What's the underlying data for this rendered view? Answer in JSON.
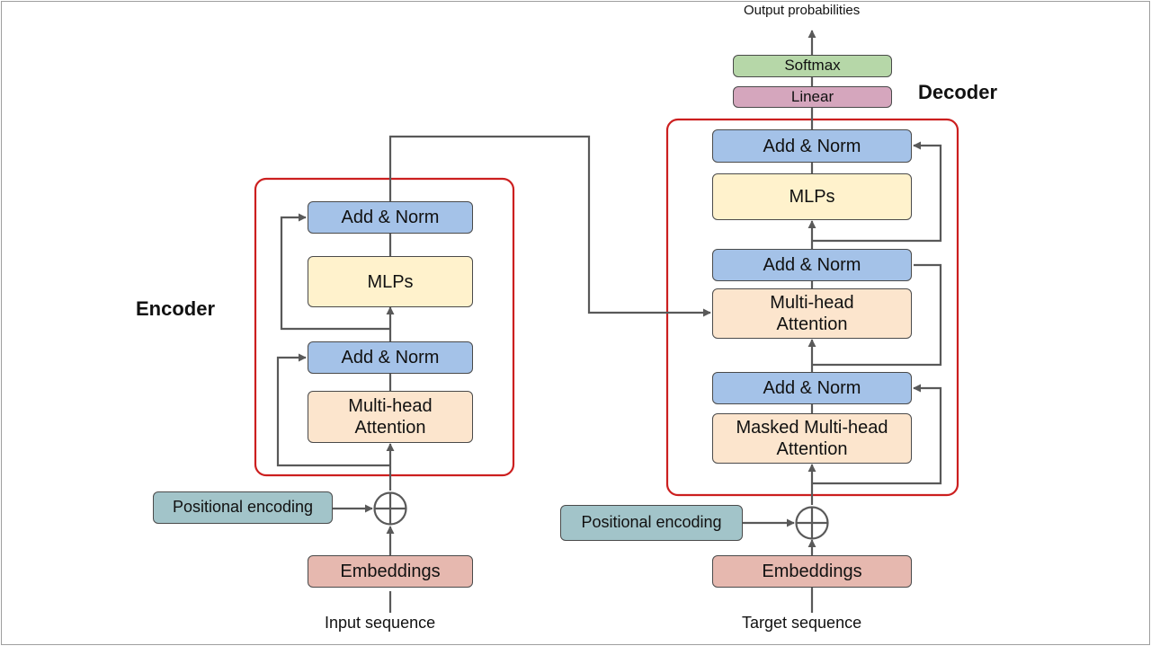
{
  "colors": {
    "add_norm": "#a4c2e8",
    "mlp": "#fff2cc",
    "attention": "#fce5cd",
    "embeddings": "#e6b8af",
    "positional": "#a2c4c9",
    "softmax": "#b6d7a8",
    "linear": "#d5a6bd",
    "block_border": "#cc1f1f",
    "line": "#595959"
  },
  "encoder": {
    "title": "Encoder",
    "add_norm_top": "Add & Norm",
    "mlps": "MLPs",
    "add_norm_bottom": "Add & Norm",
    "attention": "Multi-head\nAttention",
    "positional": "Positional encoding",
    "embeddings": "Embeddings",
    "input": "Input sequence",
    "plus_icon": "circled-plus"
  },
  "decoder": {
    "title": "Decoder",
    "output": "Output probabilities",
    "softmax": "Softmax",
    "linear": "Linear",
    "add_norm_top": "Add & Norm",
    "mlps": "MLPs",
    "add_norm_mid": "Add & Norm",
    "cross_attention": "Multi-head\nAttention",
    "add_norm_bottom": "Add & Norm",
    "masked_attention": "Masked Multi-head\nAttention",
    "positional": "Positional encoding",
    "embeddings": "Embeddings",
    "input": "Target sequence",
    "plus_icon": "circled-plus"
  }
}
